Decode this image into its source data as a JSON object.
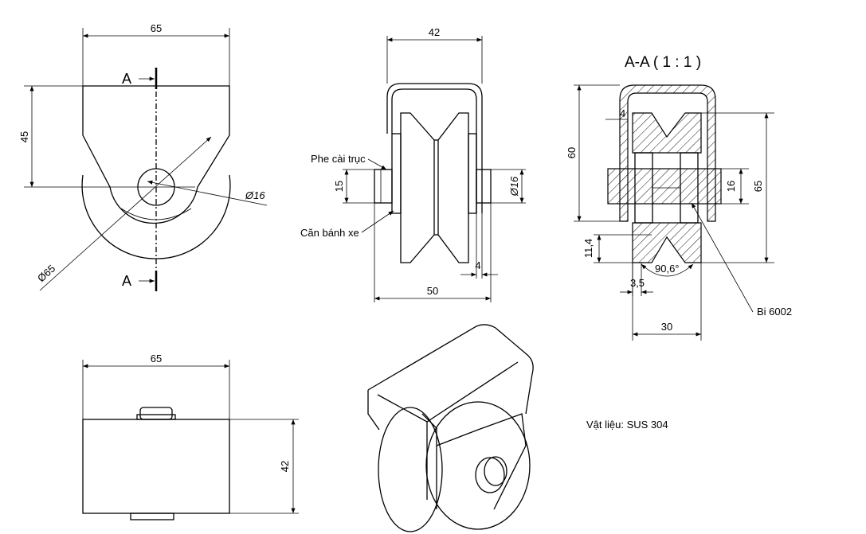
{
  "front_view": {
    "width_dim": "65",
    "height_dim": "45",
    "hole_dia": "Ø16",
    "wheel_dia": "Ø65",
    "section_label_top": "A",
    "section_label_bottom": "A"
  },
  "side_view": {
    "width_dim": "42",
    "total_dim": "50",
    "shaft_dim": "15",
    "shaft_dia": "Ø16",
    "flange_dim": "4",
    "label_circlip": "Phe cài trục",
    "label_spacer": "Căn bánh xe"
  },
  "section_view": {
    "title": "A-A ( 1 : 1 )",
    "height_dim": "60",
    "wall_dim": "4",
    "bore_dim": "16",
    "total_dim": "65",
    "groove_depth_dim": "11,4",
    "groove_angle": "90,6°",
    "groove_bottom_dim": "3,5",
    "width_dim": "30",
    "bearing_label": "Bi 6002"
  },
  "top_view": {
    "width_dim": "65",
    "height_dim": "42"
  },
  "material_note": "Vật liệu: SUS 304"
}
